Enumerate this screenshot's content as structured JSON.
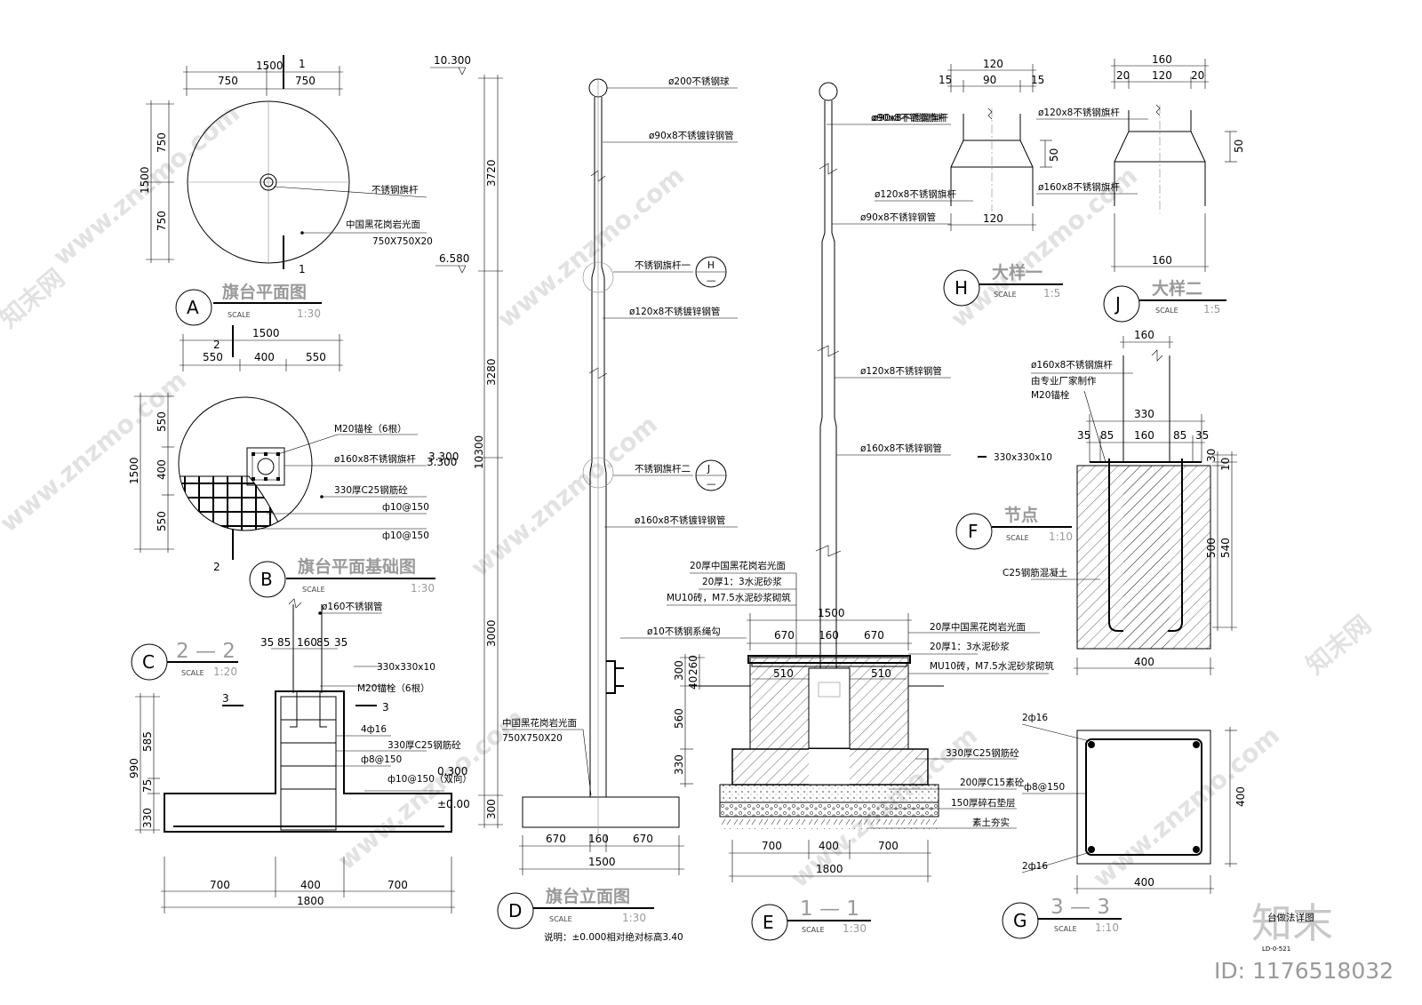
{
  "watermark": {
    "site": "www.znzmo.com",
    "brand_cn": "知末网",
    "logo": "知末",
    "id": "ID: 1176518032"
  },
  "drawing_no": "LD-0-521",
  "footer_small": "台做法详图",
  "view_a": {
    "bubble": "A",
    "title": "旗台平面图",
    "scale_word": "SCALE",
    "scale": "1:30",
    "dims": [
      "1500",
      "750",
      "750",
      "1500",
      "750",
      "750"
    ],
    "cut": "1",
    "labels": [
      "不锈钢旗杆",
      "中国黑花岗岩光面",
      "750X750X20"
    ]
  },
  "view_b": {
    "bubble": "B",
    "title": "旗台平面基础图",
    "scale_word": "SCALE",
    "scale": "1:30",
    "dims": [
      "1500",
      "550",
      "400",
      "550",
      "1500",
      "550",
      "400",
      "550"
    ],
    "cut": "2",
    "labels": [
      "M20锚栓（6根）",
      "ø160x8不锈钢旗杆",
      "330厚C25钢筋砼",
      "ф10@150",
      "ф10@150"
    ]
  },
  "view_c": {
    "bubble": "C",
    "section": "2 — 2",
    "scale_word": "SCALE",
    "scale": "1:20",
    "cut": "3",
    "dims_top": [
      "35",
      "85",
      "160",
      "85",
      "35"
    ],
    "dims_left": [
      "990",
      "585",
      "75",
      "330"
    ],
    "dims_bottom": [
      "700",
      "400",
      "700",
      "1800"
    ],
    "levels": [
      "0.300",
      "±0.00"
    ],
    "labels": [
      "ø160不锈钢管",
      "330x330x10",
      "M20锚栓（6根）",
      "4ф16",
      "330厚C25钢筋砼",
      "ф8@150",
      "ф10@150（双向）"
    ]
  },
  "view_d": {
    "bubble": "D",
    "title": "旗台立面图",
    "scale_word": "SCALE",
    "scale": "1:30",
    "levels": [
      "10.300",
      "6.580",
      "3.300"
    ],
    "dims_left": [
      "3720",
      "3280",
      "3000",
      "300",
      "10300"
    ],
    "dims_bottom": [
      "670",
      "160",
      "670",
      "1500"
    ],
    "labels": [
      "ø200不锈钢球",
      "ø90x8不锈镀锌钢管",
      "不锈钢旗杆一",
      "ø120x8不锈镀锌钢管",
      "不锈钢旗杆二",
      "ø160x8不锈镀锌钢管",
      "ø10不锈钢系绳勾",
      "中国黑花岗岩光面",
      "750X750X20"
    ],
    "refs": [
      "H",
      "J"
    ],
    "ref_dash": "—",
    "note": "说明：±0.000相对绝对标高3.40"
  },
  "view_e": {
    "bubble": "E",
    "section": "1 — 1",
    "scale_word": "SCALE",
    "scale": "1:30",
    "dims_top": [
      "1500",
      "670",
      "160",
      "670"
    ],
    "dims_inner": [
      "510",
      "510"
    ],
    "dims_left": [
      "300",
      "260",
      "40",
      "560",
      "330"
    ],
    "dims_bottom": [
      "700",
      "400",
      "700",
      "1800"
    ],
    "labels_left": [
      "20厚中国黑花岗岩光面",
      "20厚1：3水泥砂浆",
      "MU10砖，M7.5水泥砂浆砌筑"
    ],
    "labels_right": [
      "20厚中国黑花岗岩光面",
      "20厚1：3水泥砂浆",
      "MU10砖，M7.5水泥砂浆砌筑"
    ],
    "labels_pole": [
      "ø90x8不锈锌钢管",
      "ø120x8不锈锌钢管",
      "ø160x8不锈锌钢管"
    ],
    "labels_found": [
      "330厚C25钢筋砼",
      "200厚C15素砼",
      "150厚碎石垫层",
      "素土夯实"
    ]
  },
  "view_h": {
    "bubble": "H",
    "title": "大样一",
    "scale_word": "SCALE",
    "scale": "1:5",
    "dims": [
      "120",
      "15",
      "90",
      "15",
      "50",
      "120"
    ],
    "labels": [
      "ø90x8不锈钢旗杆",
      "ø120x8不锈钢旗杆",
      "ø90x8不锈锌钢管"
    ]
  },
  "view_j": {
    "bubble": "J",
    "title": "大样二",
    "scale_word": "SCALE",
    "scale": "1:5",
    "dims": [
      "160",
      "20",
      "120",
      "20",
      "50",
      "160"
    ],
    "labels": [
      "ø120x8不锈钢旗杆",
      "ø160x8不锈钢旗杆"
    ]
  },
  "view_f": {
    "bubble": "F",
    "title": "节点",
    "scale_word": "SCALE",
    "scale": "1:10",
    "dims_top": [
      "160",
      "330",
      "35",
      "85",
      "160",
      "85",
      "35"
    ],
    "dims_right": [
      "30",
      "10",
      "500",
      "540"
    ],
    "dims_bottom": [
      "400"
    ],
    "labels": [
      "ø160x8不锈钢旗杆",
      "由专业厂家制作",
      "M20锚栓",
      "330x330x10",
      "C25钢筋混凝土"
    ]
  },
  "view_g": {
    "bubble": "G",
    "section": "3 — 3",
    "scale_word": "SCALE",
    "scale": "1:10",
    "dims": [
      "400",
      "400"
    ],
    "labels": [
      "2ф16",
      "ф8@150",
      "2ф16"
    ]
  }
}
